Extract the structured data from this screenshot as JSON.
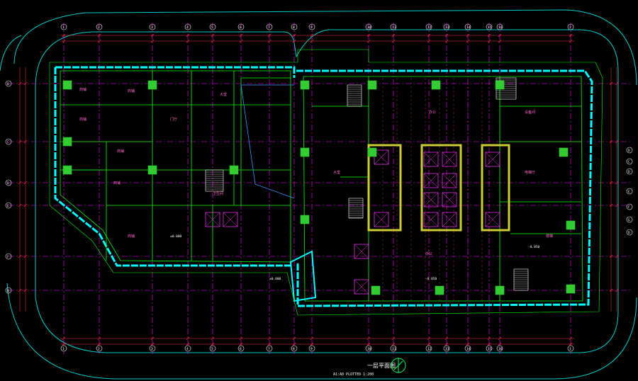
{
  "drawing": {
    "title": "一层平面图",
    "scale": "A1:A0 PLOTTED 1:200",
    "colors": {
      "background": "#000000",
      "grid": "#ff00ff",
      "wall": "#00ffff",
      "structure": "#00ff00",
      "dimension": "#ff3333",
      "column": "#33cc33",
      "core": "#cccc33",
      "text": "#ffffff",
      "note": "#ff66cc"
    }
  },
  "grid_top": [
    "1",
    "2",
    "3",
    "4",
    "5",
    "6",
    "7",
    "8",
    "9",
    "10",
    "11",
    "12",
    "13",
    "14",
    "15",
    "16"
  ],
  "grid_left": [
    "B",
    "C",
    "D",
    "E",
    "F"
  ],
  "grid_right": [
    "D",
    "C",
    "D",
    "E",
    "F",
    "G"
  ],
  "rooms": [
    "商铺",
    "商铺",
    "商铺",
    "商铺",
    "商铺",
    "商铺",
    "门厅",
    "大堂",
    "大堂",
    "办公",
    "办公",
    "电梯厅",
    "楼梯",
    "卫生间",
    "设备间"
  ],
  "elevation_marks": [
    "±0.000",
    "±0.000",
    "-0.050",
    "-0.050"
  ],
  "icons": [
    "north-arrow-icon"
  ]
}
